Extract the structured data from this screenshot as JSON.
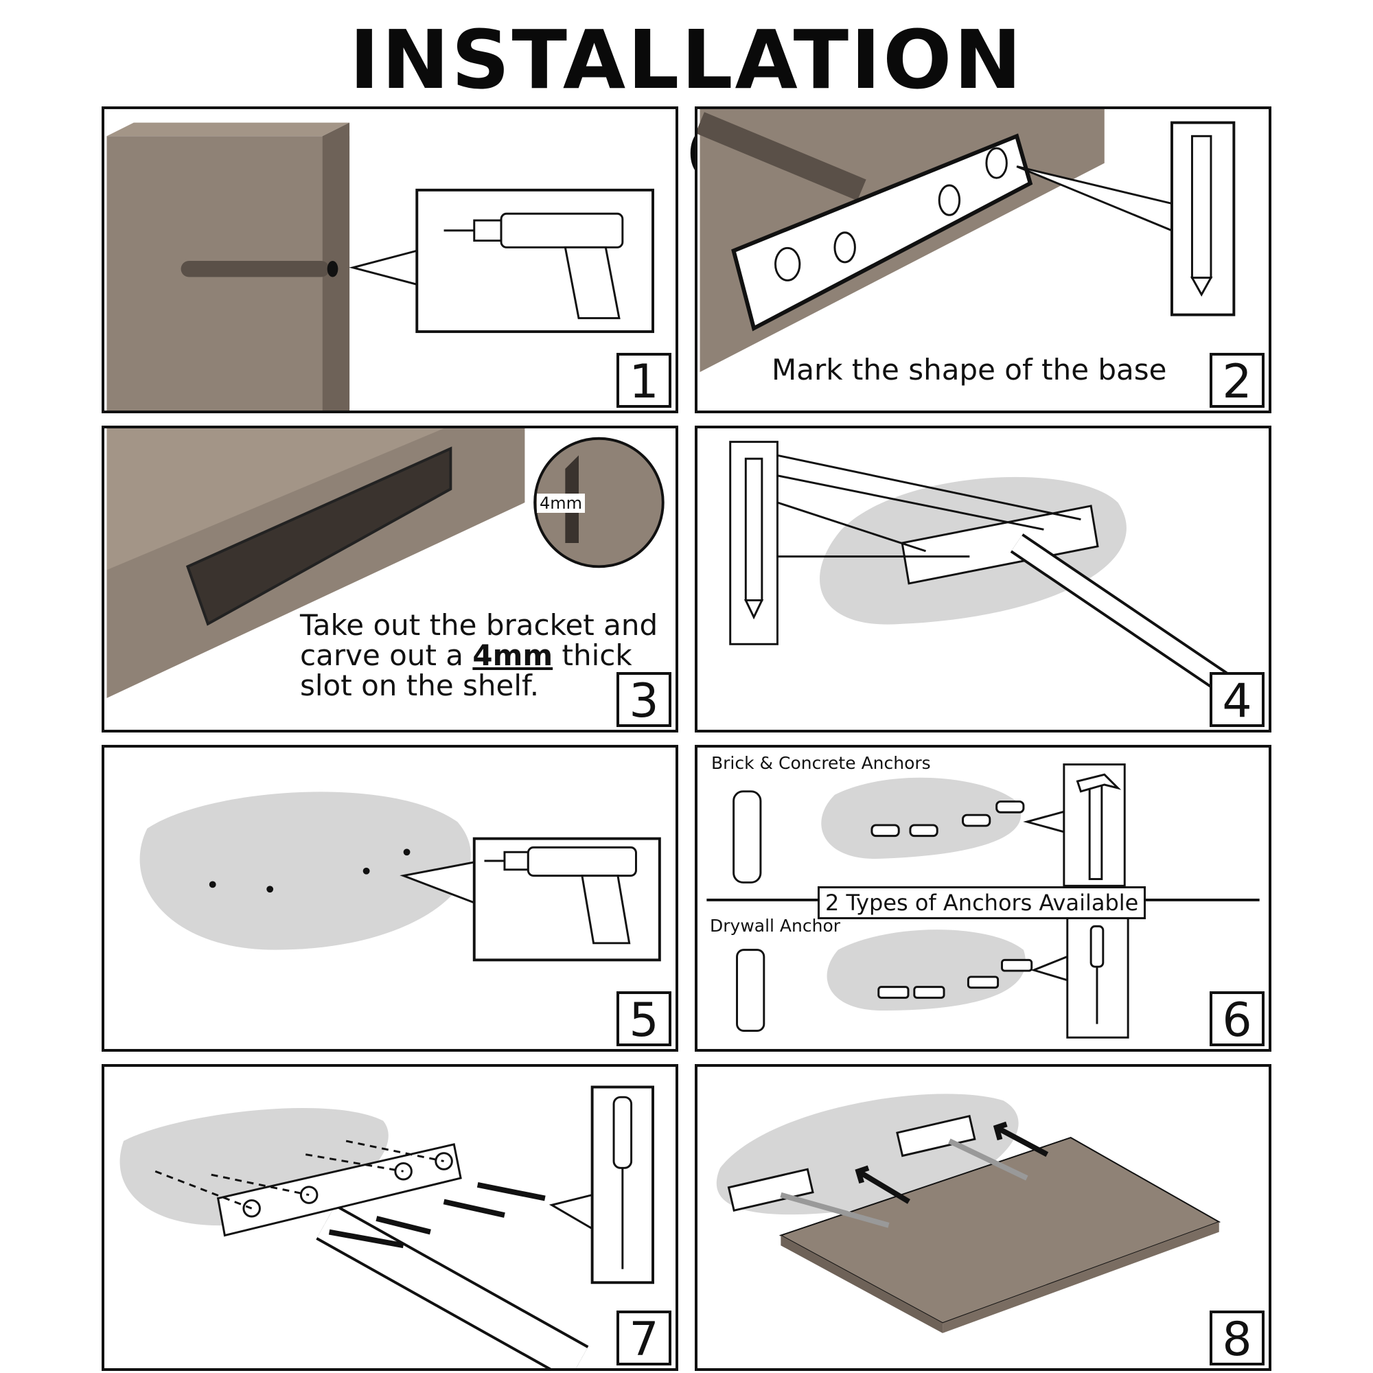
{
  "title": "INSTALLATION  INSTRUCTIONS",
  "steps": [
    {
      "number": "1"
    },
    {
      "number": "2",
      "caption": "Mark the shape of the base"
    },
    {
      "number": "3",
      "caption_line1": "Take out the bracket and",
      "caption_line2_pre": "carve out a ",
      "caption_line2_bold": "4mm",
      "caption_line2_post": " thick",
      "caption_line3": "slot on the shelf.",
      "detail_label": "4mm"
    },
    {
      "number": "4"
    },
    {
      "number": "5"
    },
    {
      "number": "6",
      "label_brick": "Brick & Concrete Anchors",
      "label_types": "2 Types of Anchors Available",
      "label_drywall": "Drywall Anchor"
    },
    {
      "number": "7"
    },
    {
      "number": "8"
    }
  ],
  "icons": [
    "drill-icon",
    "pencil-icon",
    "hammer-icon",
    "screwdriver-icon",
    "arrow-icon"
  ],
  "colors": {
    "wood": "#8f8276",
    "wood_dark": "#6e6258",
    "wall_shadow": "#d6d6d6",
    "line": "#111111"
  }
}
